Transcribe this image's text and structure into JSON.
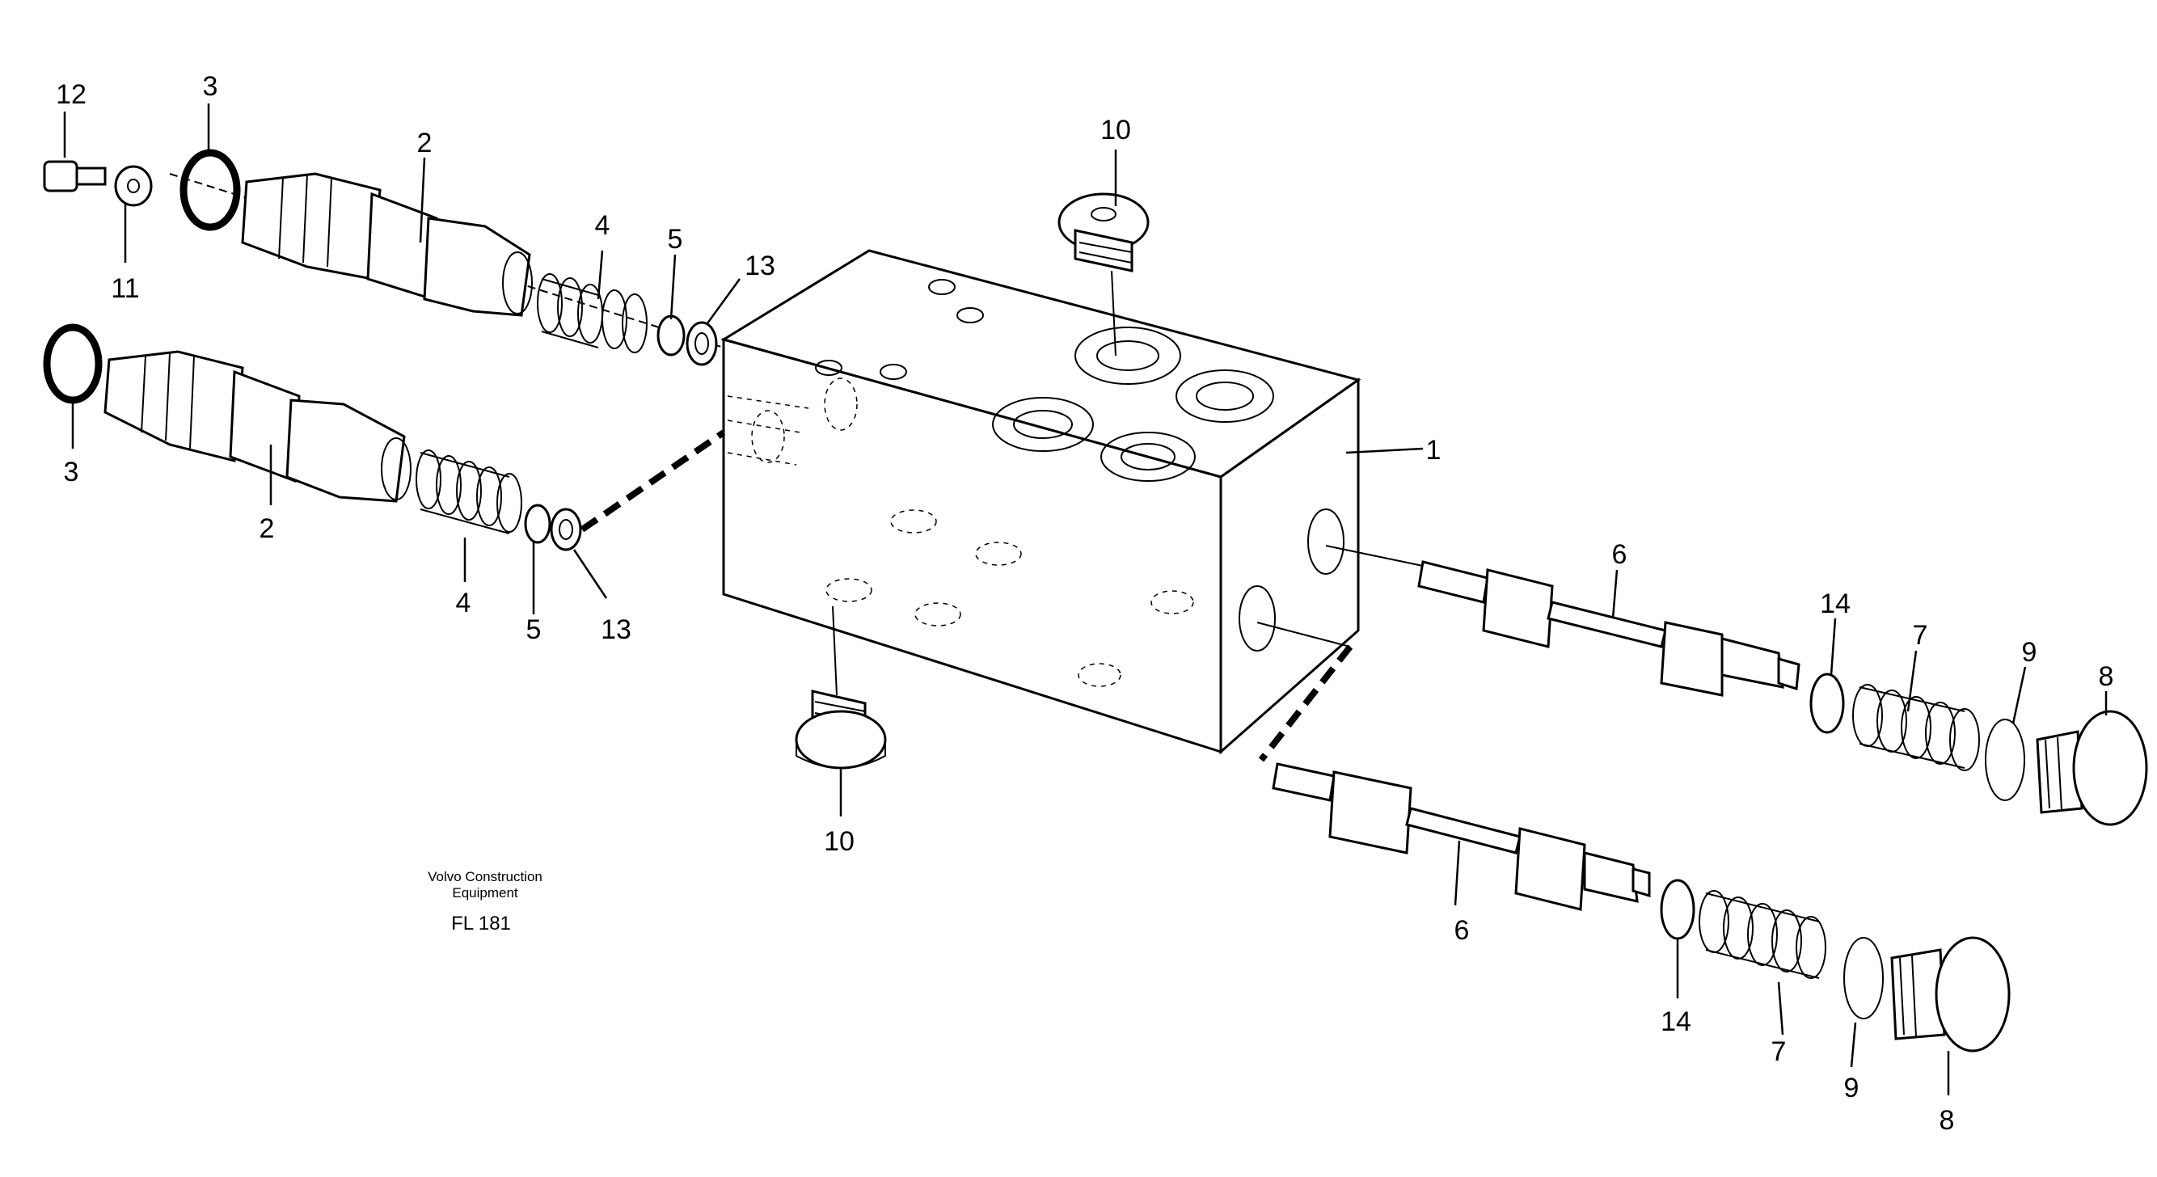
{
  "labels": {
    "l1": "1",
    "l2a": "2",
    "l2b": "2",
    "l3a": "3",
    "l3b": "3",
    "l4a": "4",
    "l4b": "4",
    "l5a": "5",
    "l5b": "5",
    "l6a": "6",
    "l6b": "6",
    "l7a": "7",
    "l7b": "7",
    "l8a": "8",
    "l8b": "8",
    "l9a": "9",
    "l9b": "9",
    "l10a": "10",
    "l10b": "10",
    "l11": "11",
    "l12": "12",
    "l13a": "13",
    "l13b": "13",
    "l14a": "14",
    "l14b": "14"
  },
  "inscription": {
    "line1": "Volvo Construction",
    "line2": "Equipment",
    "code": "FL 181"
  }
}
